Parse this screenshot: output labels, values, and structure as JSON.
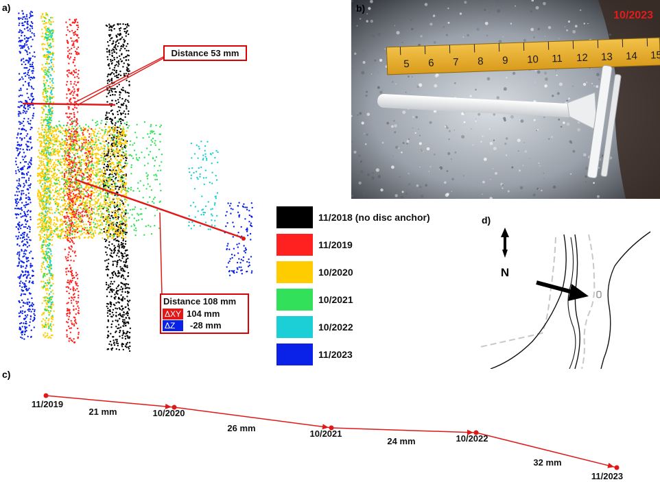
{
  "panels": {
    "a": "a)",
    "b": "b)",
    "c": "c)",
    "d": "d)"
  },
  "callouts": {
    "distance_top": "Distance 53 mm",
    "distance_bottom": "Distance 108 mm",
    "dxy_symbol": "ΔXY",
    "dxy_value": "104 mm",
    "dz_symbol": "ΔZ",
    "dz_value": "-28 mm"
  },
  "legend": [
    {
      "label": "11/2018 (no disc anchor)",
      "color": "#000000"
    },
    {
      "label": "11/2019",
      "color": "#ff2020"
    },
    {
      "label": "10/2020",
      "color": "#ffcc00"
    },
    {
      "label": "10/2021",
      "color": "#33e05a"
    },
    {
      "label": "10/2022",
      "color": "#1ccfd6"
    },
    {
      "label": "11/2023",
      "color": "#0a22e8"
    }
  ],
  "photo": {
    "date_stamp": "10/2023",
    "ruler_numbers": [
      "5",
      "6",
      "7",
      "8",
      "9",
      "10",
      "11",
      "12",
      "13",
      "14",
      "15"
    ]
  },
  "map": {
    "north_label": "N"
  },
  "timeline": {
    "points": [
      {
        "date": "11/2019"
      },
      {
        "date": "10/2020"
      },
      {
        "date": "10/2021"
      },
      {
        "date": "10/2022"
      },
      {
        "date": "11/2023"
      }
    ],
    "segments": [
      "21 mm",
      "26 mm",
      "24 mm",
      "32 mm"
    ]
  },
  "colors": {
    "accent": "#e01818",
    "black": "#000000"
  }
}
